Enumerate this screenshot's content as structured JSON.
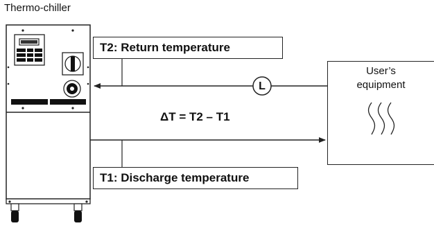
{
  "diagram": {
    "chiller_title": "Thermo-chiller",
    "t2_label": "T2: Return temperature",
    "t1_label": "T1: Discharge temperature",
    "delta_formula": "ΔT = T2 – T1",
    "flow_meter_label": "L",
    "equipment_label_line1": "User’s",
    "equipment_label_line2": "equipment"
  },
  "colors": {
    "line": "#222222",
    "panel_dark": "#111111",
    "background": "#ffffff"
  }
}
